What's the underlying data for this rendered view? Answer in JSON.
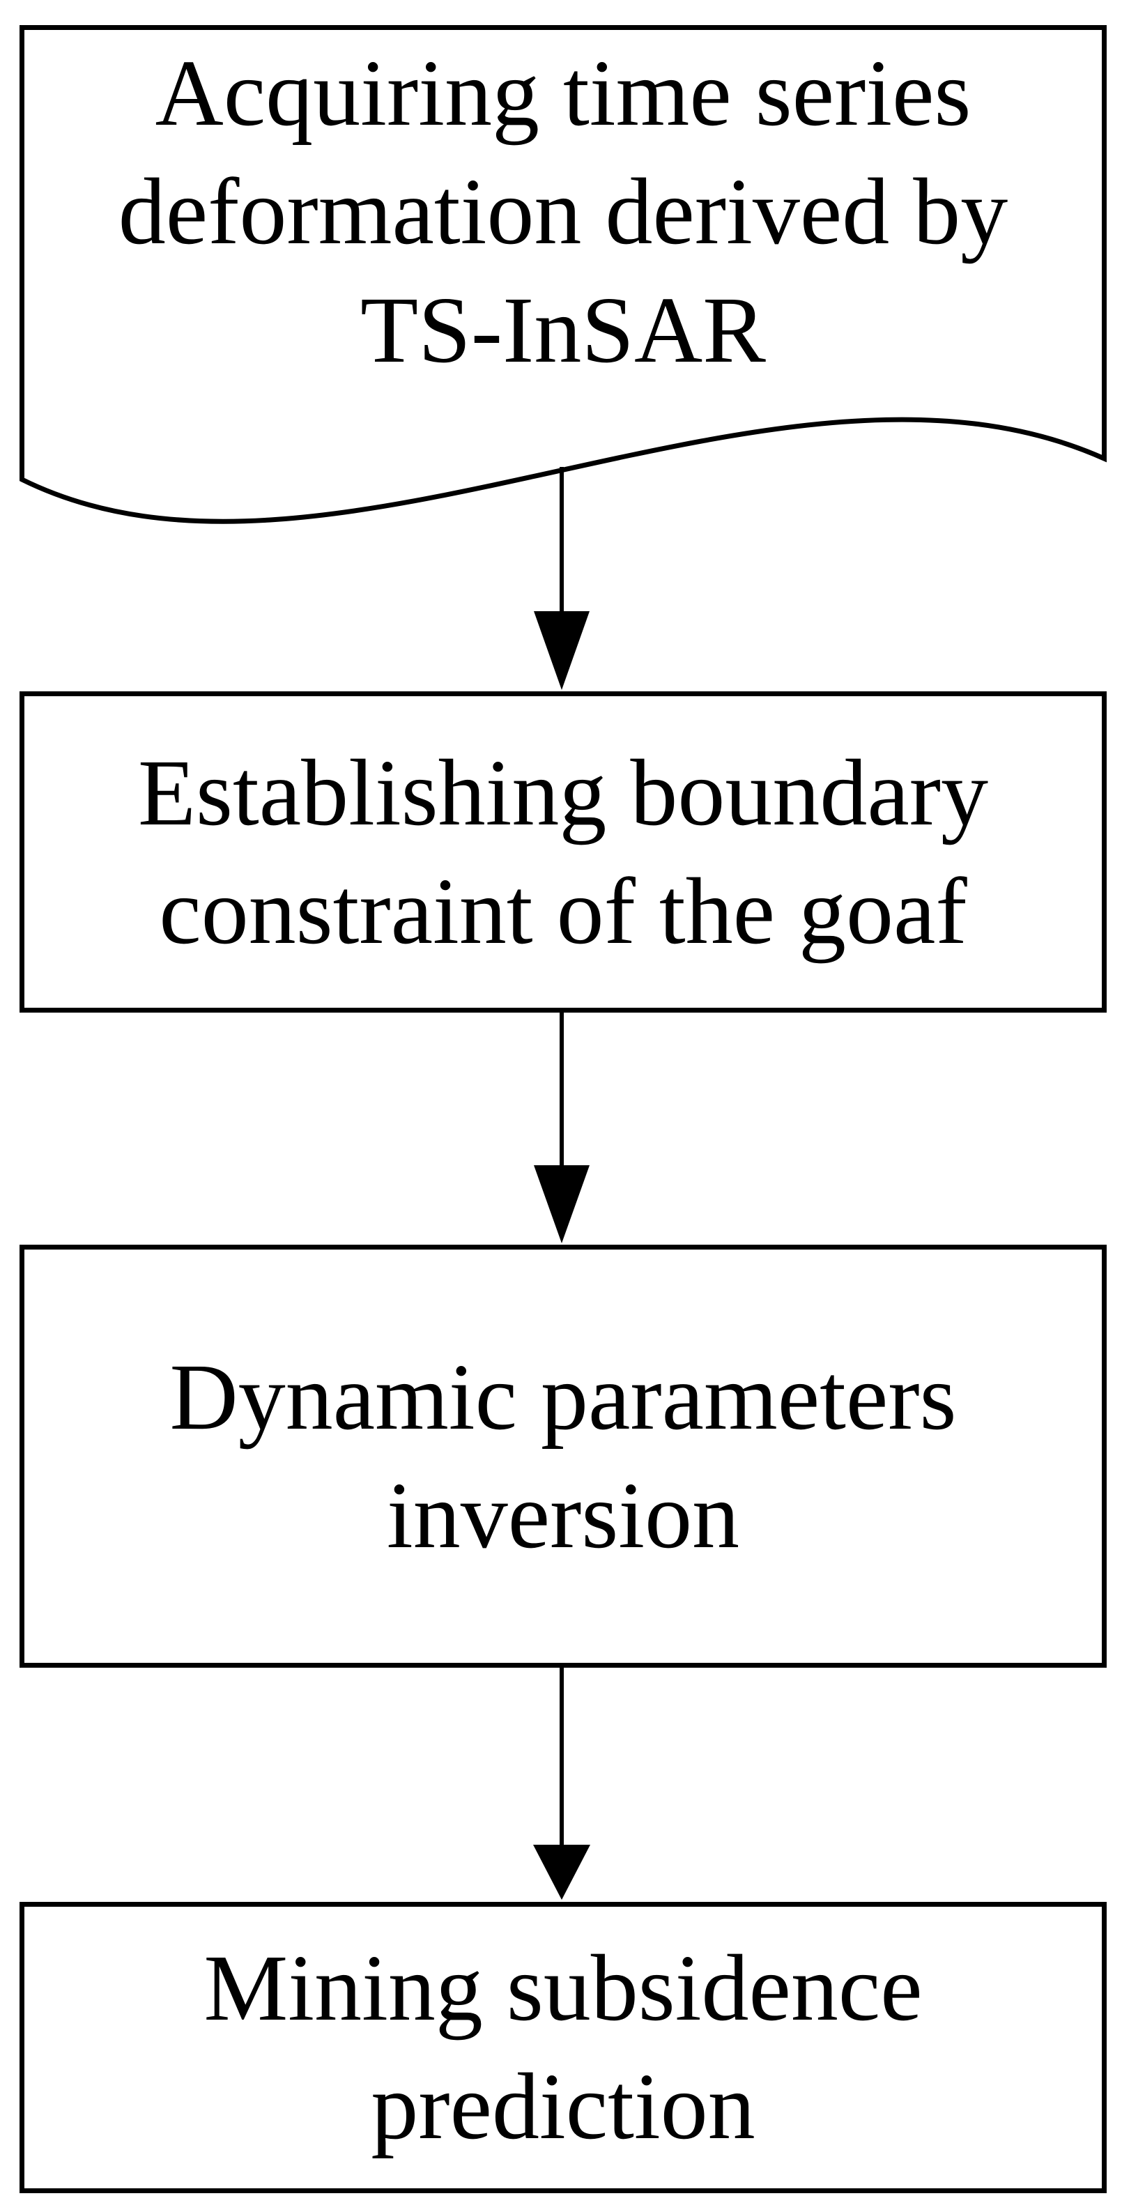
{
  "figure": {
    "type": "flowchart",
    "background_color": "#ffffff",
    "stroke_color": "#000000",
    "text_color": "#000000"
  },
  "flowchart": {
    "nodes": [
      {
        "id": "acquire",
        "shape": "document",
        "lines": [
          "Acquiring time series",
          "deformation derived by",
          "TS-InSAR"
        ]
      },
      {
        "id": "boundary",
        "shape": "rectangle",
        "lines": [
          "Establishing boundary",
          "constraint of the goaf"
        ]
      },
      {
        "id": "inversion",
        "shape": "rectangle",
        "lines": [
          "Dynamic parameters",
          "inversion"
        ]
      },
      {
        "id": "prediction",
        "shape": "rectangle",
        "lines": [
          "Mining subsidence",
          "prediction"
        ]
      }
    ],
    "connections": [
      {
        "from": "acquire",
        "to": "boundary",
        "style": "straight-arrow-down"
      },
      {
        "from": "boundary",
        "to": "inversion",
        "style": "straight-arrow-down"
      },
      {
        "from": "inversion",
        "to": "prediction",
        "style": "straight-arrow-down"
      }
    ]
  }
}
